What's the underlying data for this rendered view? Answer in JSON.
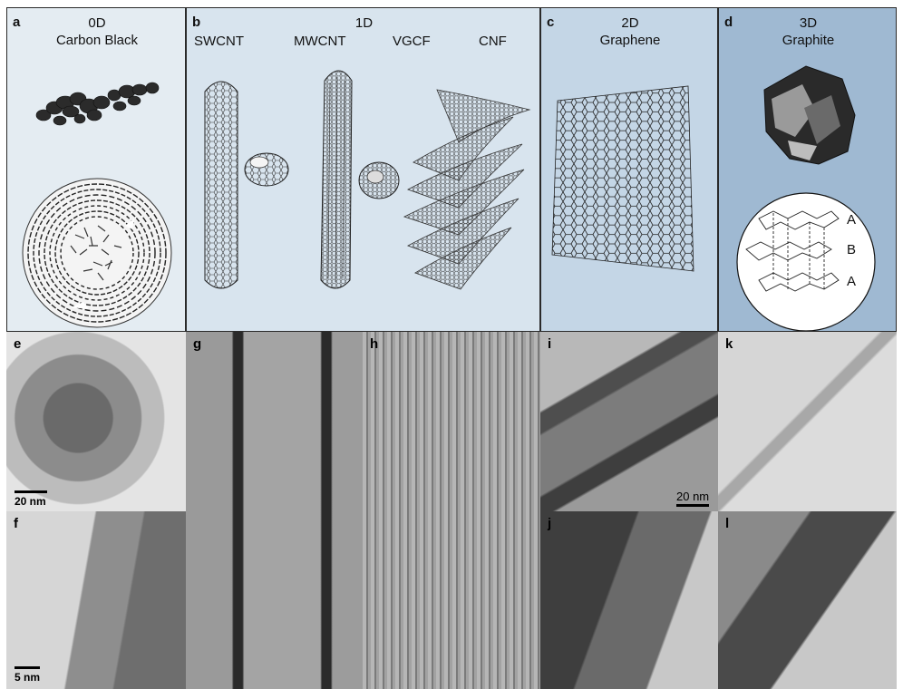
{
  "panels": {
    "a": {
      "letter": "a",
      "dim": "0D",
      "name": "Carbon Black"
    },
    "b": {
      "letter": "b",
      "dim": "1D",
      "items": [
        "SWCNT",
        "MWCNT",
        "VGCF",
        "CNF"
      ]
    },
    "c": {
      "letter": "c",
      "dim": "2D",
      "name": "Graphene"
    },
    "d": {
      "letter": "d",
      "dim": "3D",
      "name": "Graphite",
      "stack": [
        "A",
        "B",
        "A"
      ]
    }
  },
  "micrographs": {
    "e": {
      "letter": "e",
      "scale": "20 nm"
    },
    "f": {
      "letter": "f",
      "scale": "5 nm"
    },
    "g": {
      "letter": "g"
    },
    "h": {
      "letter": "h"
    },
    "i": {
      "letter": "i",
      "scale": "20 nm"
    },
    "j": {
      "letter": "j"
    },
    "k": {
      "letter": "k"
    },
    "l": {
      "letter": "l"
    }
  },
  "colors": {
    "panel_a_bg": "#e4ecf2",
    "panel_b_bg": "#d8e4ee",
    "panel_c_bg": "#c4d6e6",
    "panel_d_bg": "#9fb9d2"
  }
}
